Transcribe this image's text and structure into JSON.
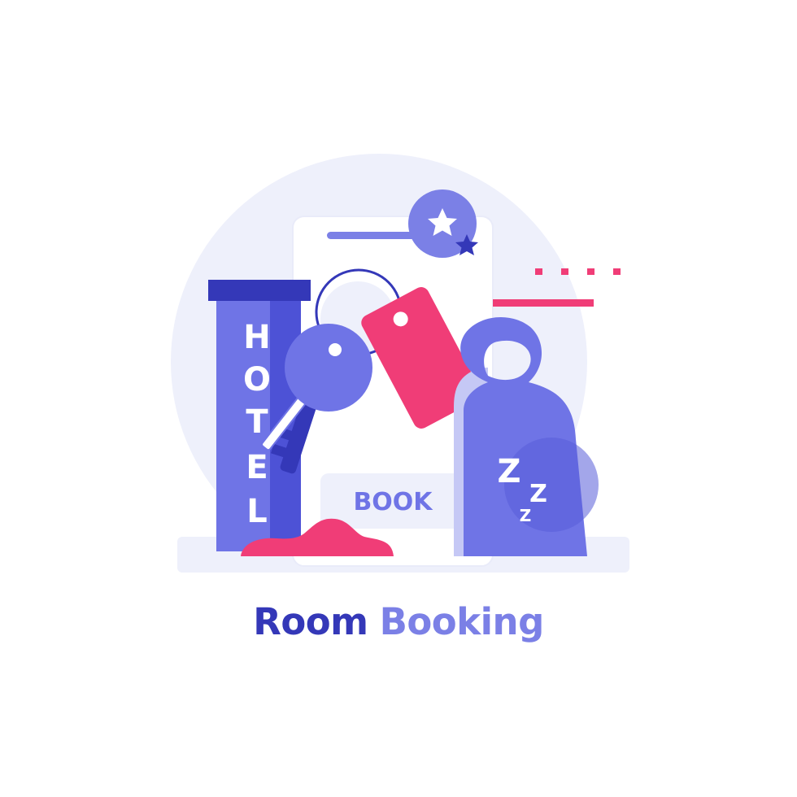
{
  "illustration": {
    "hotel_sign_letters": [
      "H",
      "O",
      "T",
      "E",
      "L"
    ],
    "book_button_label": "BOOK",
    "sleep_letters": [
      "Z",
      "Z",
      "Z"
    ],
    "icons": [
      "star-icon",
      "small-star-icon",
      "key-icon",
      "key-tag-icon",
      "door-hanger-icon",
      "hotel-sign-icon"
    ]
  },
  "caption": {
    "word1": "Room",
    "word2": "Booking"
  },
  "colors": {
    "dark_blue": "#3438b8",
    "mid_blue": "#6f74e6",
    "light_blue": "#9da1ef",
    "pink": "#f03d77",
    "pale_bg": "#eef0fb"
  }
}
